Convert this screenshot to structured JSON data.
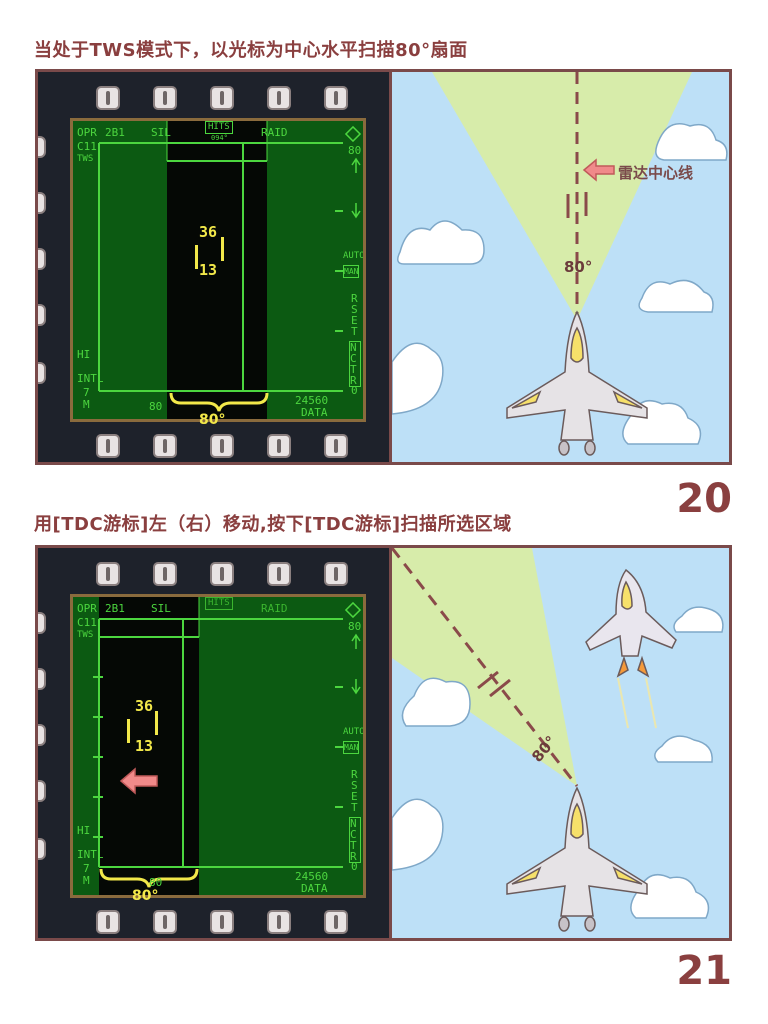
{
  "panel20": {
    "caption": "当处于TWS模式下，以光标为中心水平扫描80°扇面",
    "page_number": "20",
    "mfd": {
      "top_labels": [
        "OPR",
        "2B1",
        "SIL",
        "HITS",
        "RAID"
      ],
      "sub_label": "094°",
      "left_labels": [
        "C11",
        "TWS",
        "HI",
        "INTL",
        "7",
        "M"
      ],
      "right_labels": [
        "80",
        "AUTO",
        "MAN",
        "RSET",
        "NCTR",
        "0"
      ],
      "bottom_labels": [
        "80",
        "24560",
        "DATA"
      ],
      "target_top": "36",
      "target_bottom": "13",
      "scan_angle": "80°"
    },
    "view": {
      "callout": "雷达中心线",
      "angle": "80°"
    }
  },
  "panel21": {
    "caption": "用[TDC游标]左（右）移动,按下[TDC游标]扫描所选区域",
    "page_number": "21",
    "mfd": {
      "top_labels": [
        "OPR",
        "2B1",
        "SIL",
        "HITS",
        "RAID"
      ],
      "left_labels": [
        "C11",
        "TWS",
        "HI",
        "INTL",
        "7",
        "M"
      ],
      "right_labels": [
        "80",
        "AUTO",
        "MAN",
        "RSET",
        "NCTR",
        "0"
      ],
      "bottom_labels": [
        "80",
        "24560",
        "DATA"
      ],
      "target_top": "36",
      "target_bottom": "13",
      "scan_angle": "80°"
    },
    "view": {
      "angle": "80°"
    }
  },
  "colors": {
    "caption": "#8a3f3f",
    "screen_green": "#0c5a12",
    "scan_black": "#050805",
    "symbol_green": "#4cd63f",
    "target_yellow": "#f2e84a",
    "sky": "#bde0f7",
    "sector": "#d7ecaa",
    "arrow": "#f08a8a"
  },
  "icons": [
    "jet-icon",
    "arrow-left-icon",
    "cloud-icon"
  ]
}
